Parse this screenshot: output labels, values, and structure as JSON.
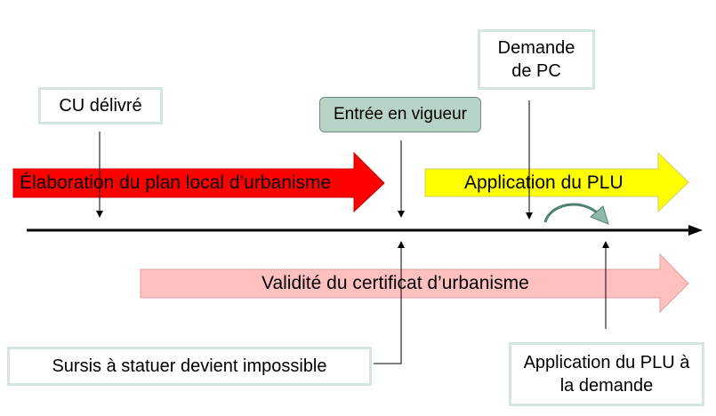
{
  "labels": {
    "cu_delivre": "CU délivré",
    "entree_en_vigueur": "Entrée en vigueur",
    "demande_pc": "Demande de PC",
    "sursis": "Sursis à statuer devient impossible",
    "application_demande": "Application du PLU à la demande"
  },
  "arrows": {
    "elaboration": "Élaboration du plan local d’urbanisme",
    "application": "Application du PLU",
    "validite": "Validité du certificat d’urbanisme"
  },
  "colors": {
    "elaboration": "#ff0000",
    "application": "#ffff00",
    "validite": "#ffc0c0",
    "entree_bg": "#b6d3c5",
    "curved_arrow": "#4f7f70"
  }
}
